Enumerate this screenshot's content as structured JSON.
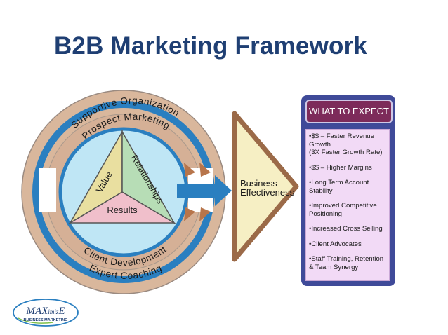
{
  "title": "B2B Marketing Framework",
  "ring": {
    "outer_top": "Supportive Organization",
    "inner_top": "Prospect Marketing",
    "inner_bottom": "Client Development",
    "outer_bottom": "Expert Coaching"
  },
  "triangle": {
    "left": "Value",
    "right": "Relationships",
    "bottom": "Results"
  },
  "business_effectiveness": "Business\nEffectiveness",
  "expect": {
    "header": "WHAT TO EXPECT",
    "items": [
      "•$$ – Faster Revenue\nGrowth\n(3X Faster Growth Rate)",
      "•$$ – Higher Margins",
      "•Long Term Account\nStability",
      "•Improved Competitive\nPositioning",
      "•Increased Cross Selling",
      "•Client Advocates",
      "•Staff Training, Retention\n& Team Synergy"
    ]
  },
  "logo": {
    "name_left": "MAX",
    "name_mid": "imiz",
    "name_right": "E",
    "tagline": "BUSINESS MARKETING"
  },
  "colors": {
    "title": "#1f3f73",
    "ring_outer": "#d9b79c",
    "ring_blue": "#2a7fc0",
    "ring_inner_tan": "#d5b096",
    "circle_fill": "#bfe6f5",
    "value_fill": "#e9dfa0",
    "relationships_fill": "#b7ddb6",
    "results_fill": "#f0bfcb",
    "arrow_brown": "#b7754b",
    "big_arrow_blue": "#2a7fc0",
    "be_triangle": "#f6efc4",
    "panel": "#3f4a99",
    "panel_header": "#7d2b5a",
    "panel_list": "#f2daf6"
  }
}
